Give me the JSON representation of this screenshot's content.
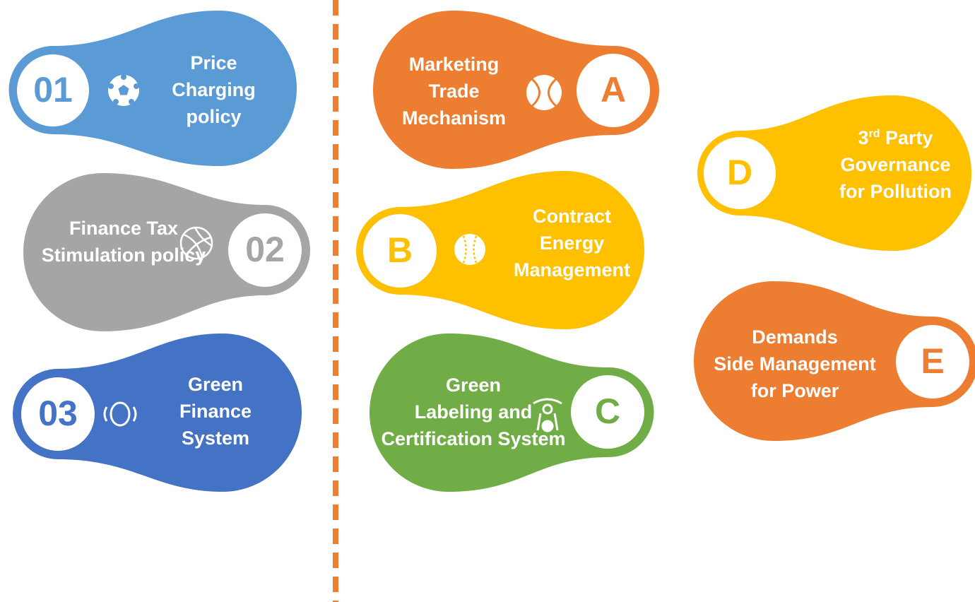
{
  "colors": {
    "blue": "#5B9BD5",
    "gray": "#A5A5A5",
    "darkblue": "#4472C4",
    "orange": "#ED7D31",
    "yellow": "#FFC000",
    "green": "#70AD47",
    "divider": "#ED7D31"
  },
  "policies": [
    {
      "id": "01",
      "color": "blue",
      "icon": "soccer-ball-icon",
      "lines": [
        "Price",
        "Charging",
        "policy"
      ]
    },
    {
      "id": "02",
      "color": "gray",
      "icon": "volleyball-icon",
      "lines": [
        "Finance Tax",
        "Stimulation policy"
      ]
    },
    {
      "id": "03",
      "color": "darkblue",
      "icon": "ring-icon",
      "lines": [
        "Green",
        "Finance",
        "System"
      ]
    }
  ],
  "mechanisms": [
    {
      "id": "A",
      "color": "orange",
      "icon": "tennis-ball-icon",
      "lines": [
        "Marketing",
        "Trade",
        "Mechanism"
      ]
    },
    {
      "id": "B",
      "color": "yellow",
      "icon": "baseball-icon",
      "lines": [
        "Contract",
        "Energy",
        "Management"
      ]
    },
    {
      "id": "C",
      "color": "green",
      "icon": "racer-icon",
      "lines": [
        "Green",
        "Labeling and",
        "Certification System"
      ]
    },
    {
      "id": "D",
      "color": "yellow",
      "icon": "",
      "lines": [
        "3",
        "Governance",
        "for Pollution"
      ],
      "sup": "rd",
      "sup_tail": " Party"
    },
    {
      "id": "E",
      "color": "orange",
      "icon": "",
      "lines": [
        "Demands",
        "Side Management",
        "for Power"
      ]
    }
  ]
}
